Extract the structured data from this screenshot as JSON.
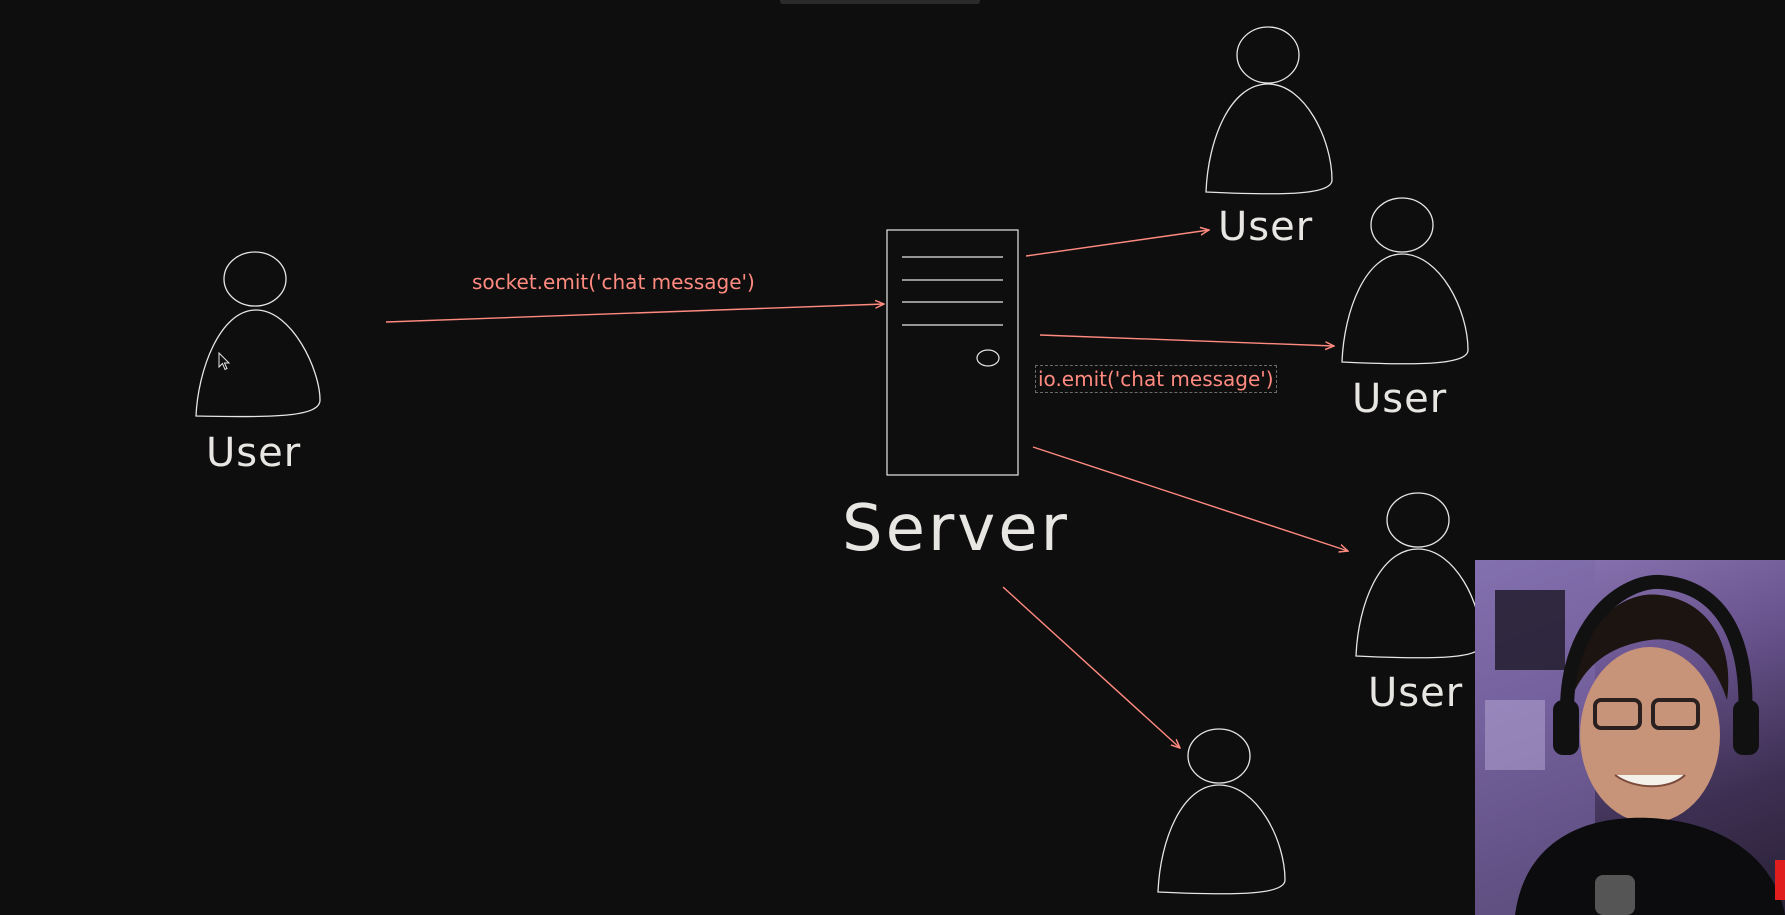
{
  "diagram": {
    "stroke_color": "#e6e6e6",
    "arrow_color": "#ff8a80",
    "background": "#0f0e0e",
    "nodes": {
      "user_left": {
        "label": "User"
      },
      "user_top": {
        "label": "User"
      },
      "user_mid": {
        "label": "User"
      },
      "user_right_lower": {
        "label": "User"
      },
      "user_bottom": {
        "label": ""
      },
      "server": {
        "label": "Server"
      }
    },
    "edge_labels": {
      "client_emit": "socket.emit('chat message')",
      "server_broadcast": "io.emit('chat message')"
    }
  },
  "webcam": {
    "icon": "presenter-webcam"
  }
}
